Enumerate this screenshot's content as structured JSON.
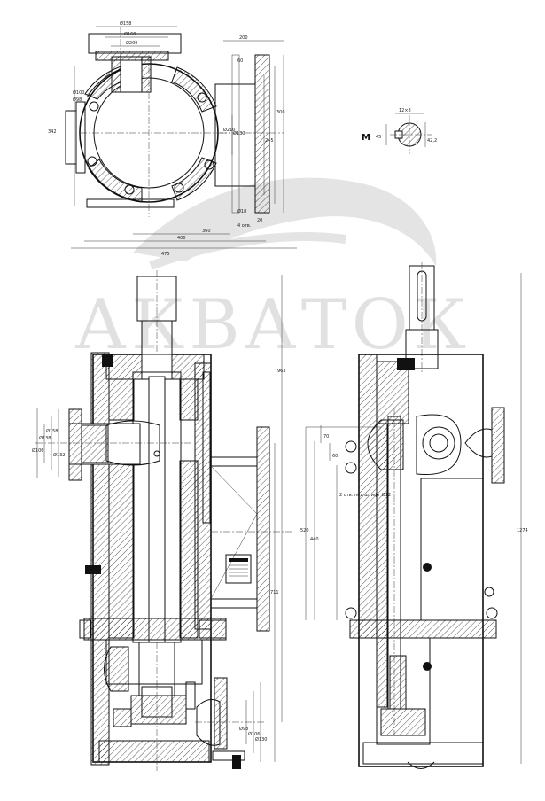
{
  "watermark": {
    "brand": "АКВАТОК"
  },
  "top_view": {
    "dims": [
      "Ø158",
      "Ø160",
      "Ø200",
      "200",
      "Ø100",
      "Ø98",
      "Ø210",
      "342",
      "300",
      "245",
      "Ø130",
      "60",
      "20",
      "Ø18",
      "4 отв.",
      "360",
      "400",
      "475"
    ]
  },
  "section_m": {
    "label": "М",
    "dims": [
      "12×8",
      "42,2",
      "45"
    ]
  },
  "front_view": {
    "dims": [
      "Ø106",
      "Ø138",
      "Ø158",
      "Ø132",
      "963",
      "711",
      "Ø98",
      "Ø106",
      "Ø130"
    ]
  },
  "side_view": {
    "dims": [
      "1274",
      "520",
      "440",
      "70",
      "60",
      "2 отв. под штифт Ø12"
    ]
  }
}
